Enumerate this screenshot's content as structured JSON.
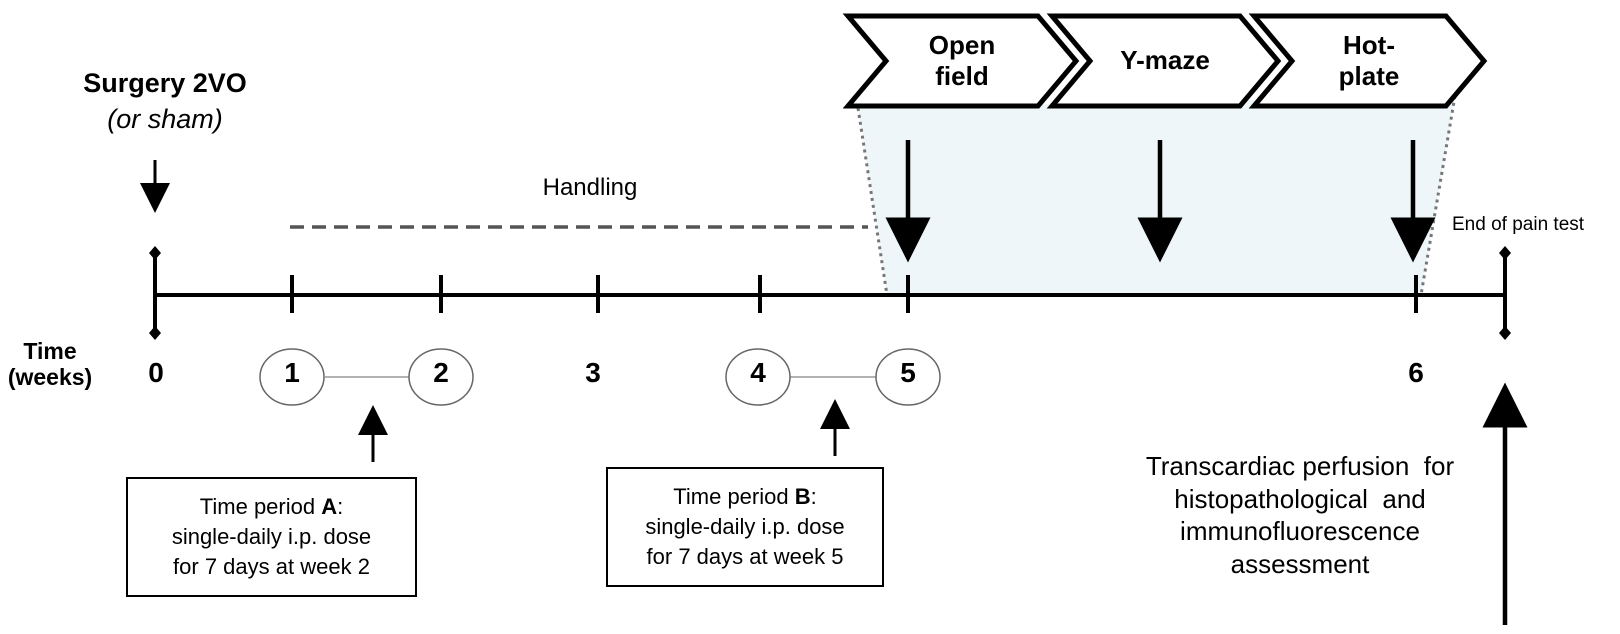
{
  "surgery": {
    "title": "Surgery 2VO",
    "subtitle": "(or sham)"
  },
  "handling_label": "Handling",
  "end_label": "End of pain test",
  "time_axis": {
    "label_line1": "Time",
    "label_line2": "(weeks)",
    "ticks": [
      "0",
      "1",
      "2",
      "3",
      "4",
      "5",
      "6"
    ]
  },
  "tests": [
    {
      "line1": "Open",
      "line2": "field"
    },
    {
      "line1": "Y-maze",
      "line2": ""
    },
    {
      "line1": "Hot-",
      "line2": "plate"
    }
  ],
  "period_a": {
    "line1_prefix": "Time period ",
    "line1_letter": "A",
    "line1_suffix": ":",
    "line2": "single-daily i.p. dose",
    "line3": "for 7 days at week 2"
  },
  "period_b": {
    "line1_prefix": "Time period ",
    "line1_letter": "B",
    "line1_suffix": ":",
    "line2": "single-daily i.p. dose",
    "line3": "for 7 days at week 5"
  },
  "perfusion": {
    "line1": "Transcardiac perfusion  for",
    "line2": "histopathological  and",
    "line3": "immunofluorescence",
    "line4": "assessment"
  },
  "colors": {
    "shade": "#eef6f9",
    "dash": "#555555",
    "connector": "#999999"
  }
}
